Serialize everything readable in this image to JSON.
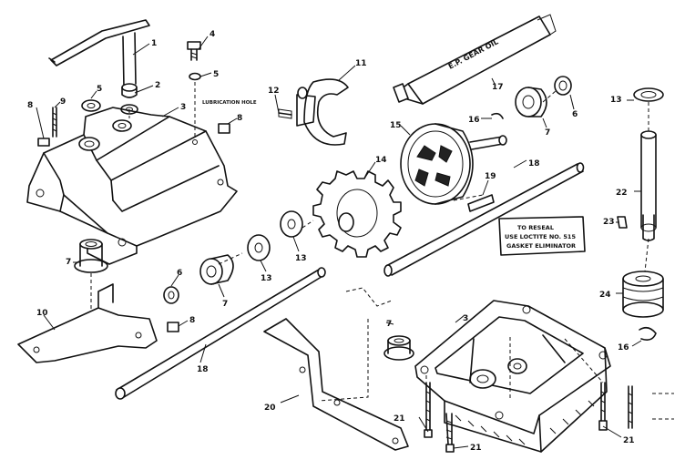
{
  "diagram": {
    "callouts": [
      {
        "id": "c1",
        "text": "1"
      },
      {
        "id": "c2",
        "text": "2"
      },
      {
        "id": "c3a",
        "text": "3"
      },
      {
        "id": "c3b",
        "text": "3"
      },
      {
        "id": "c4",
        "text": "4"
      },
      {
        "id": "c5a",
        "text": "5"
      },
      {
        "id": "c5b",
        "text": "5"
      },
      {
        "id": "c6a",
        "text": "6"
      },
      {
        "id": "c6b",
        "text": "6"
      },
      {
        "id": "c7a",
        "text": "7"
      },
      {
        "id": "c7b",
        "text": "7"
      },
      {
        "id": "c7c",
        "text": "7"
      },
      {
        "id": "c7d",
        "text": "7"
      },
      {
        "id": "c8a",
        "text": "8"
      },
      {
        "id": "c8b",
        "text": "8"
      },
      {
        "id": "c8c",
        "text": "8"
      },
      {
        "id": "c9",
        "text": "9"
      },
      {
        "id": "c10",
        "text": "10"
      },
      {
        "id": "c11",
        "text": "11"
      },
      {
        "id": "c12",
        "text": "12"
      },
      {
        "id": "c13a",
        "text": "13"
      },
      {
        "id": "c13b",
        "text": "13"
      },
      {
        "id": "c13c",
        "text": "13"
      },
      {
        "id": "c14",
        "text": "14"
      },
      {
        "id": "c15",
        "text": "15"
      },
      {
        "id": "c16a",
        "text": "16"
      },
      {
        "id": "c16b",
        "text": "16"
      },
      {
        "id": "c17",
        "text": "17"
      },
      {
        "id": "c18a",
        "text": "18"
      },
      {
        "id": "c18b",
        "text": "18"
      },
      {
        "id": "c19",
        "text": "19"
      },
      {
        "id": "c20",
        "text": "20"
      },
      {
        "id": "c21a",
        "text": "21"
      },
      {
        "id": "c21b",
        "text": "21"
      },
      {
        "id": "c21c",
        "text": "21"
      },
      {
        "id": "c22",
        "text": "22"
      },
      {
        "id": "c23",
        "text": "23"
      },
      {
        "id": "c24",
        "text": "24"
      }
    ],
    "lubrication_hole_label": "LUBRICATION HOLE",
    "tube_label": "E.P. GEAR OIL",
    "reseal_note": [
      "TO RESEAL",
      "USE LOCTITE NO. 515",
      "GASKET ELIMINATOR"
    ]
  }
}
